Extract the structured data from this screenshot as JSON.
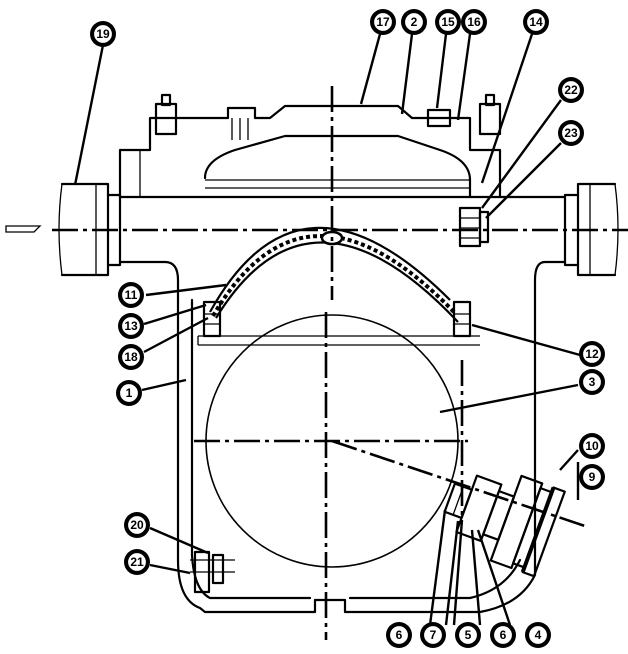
{
  "balloons": [
    {
      "id": "b19",
      "label": "19"
    },
    {
      "id": "b17",
      "label": "17"
    },
    {
      "id": "b2",
      "label": "2"
    },
    {
      "id": "b15",
      "label": "15"
    },
    {
      "id": "b16",
      "label": "16"
    },
    {
      "id": "b14",
      "label": "14"
    },
    {
      "id": "b22",
      "label": "22"
    },
    {
      "id": "b23",
      "label": "23"
    },
    {
      "id": "b11",
      "label": "11"
    },
    {
      "id": "b13",
      "label": "13"
    },
    {
      "id": "b18",
      "label": "18"
    },
    {
      "id": "b1",
      "label": "1"
    },
    {
      "id": "b12",
      "label": "12"
    },
    {
      "id": "b3",
      "label": "3"
    },
    {
      "id": "b10",
      "label": "10"
    },
    {
      "id": "b9",
      "label": "9"
    },
    {
      "id": "b20",
      "label": "20"
    },
    {
      "id": "b21",
      "label": "21"
    },
    {
      "id": "b6a",
      "label": "6"
    },
    {
      "id": "b7",
      "label": "7"
    },
    {
      "id": "b5",
      "label": "5"
    },
    {
      "id": "b6b",
      "label": "6"
    },
    {
      "id": "b4",
      "label": "4"
    }
  ]
}
